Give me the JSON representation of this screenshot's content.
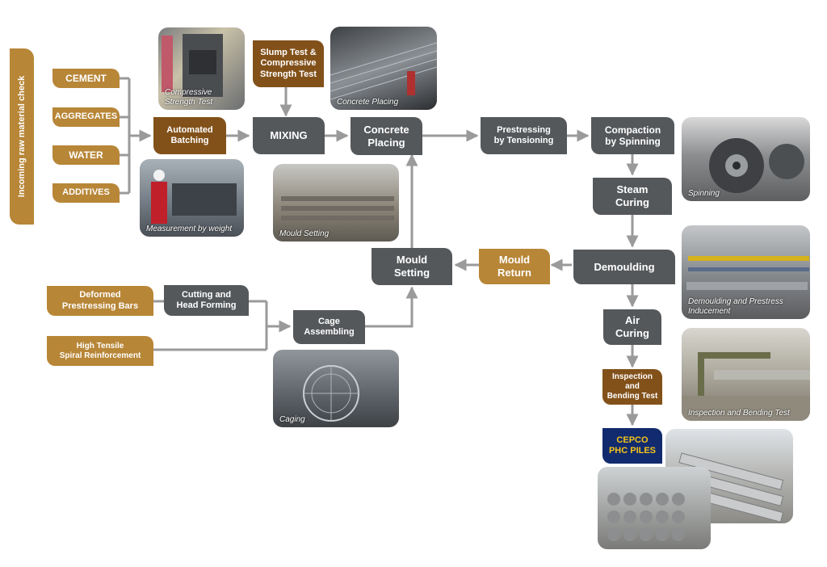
{
  "side_label": "Incoming raw material check",
  "raw_materials": [
    "CEMENT",
    "AGGREGATES",
    "WATER",
    "ADDITIVES"
  ],
  "steps": {
    "automated_batching": "Automated\nBatching",
    "slump_test": "Slump Test &\nCompressive\nStrength Test",
    "mixing": "MIXING",
    "concrete_placing": "Concrete\nPlacing",
    "prestressing": "Prestressing\nby Tensioning",
    "compaction": "Compaction\nby Spinning",
    "steam_curing": "Steam\nCuring",
    "demoulding": "Demoulding",
    "mould_return": "Mould\nReturn",
    "mould_setting": "Mould\nSetting",
    "air_curing": "Air\nCuring",
    "inspection": "Inspection\nand\nBending Test",
    "deformed_bars": "Deformed\nPrestressing Bars",
    "cutting": "Cutting and\nHead Forming",
    "high_tensile": "High Tensile\nSpiral Reinforcement",
    "cage_assembling": "Cage\nAssembling",
    "product": "CEPCO\nPHC PILES"
  },
  "photo_captions": {
    "compressive": "Compressive\nStrength Test",
    "concrete_placing": "Concrete Placing",
    "measurement": "Measurement by weight",
    "mould_setting": "Mould Setting",
    "spinning": "Spinning",
    "demoulding": "Demoulding and Prestress\nInducement",
    "inspection": "Inspection and Bending Test",
    "caging": "Caging"
  },
  "colors": {
    "dark_box": "#55585b",
    "gold_box": "#b78637",
    "brown_box": "#82511a",
    "brand_box": "#122b6e",
    "brand_text": "#f5c518",
    "connector": "#9a9a9a"
  }
}
